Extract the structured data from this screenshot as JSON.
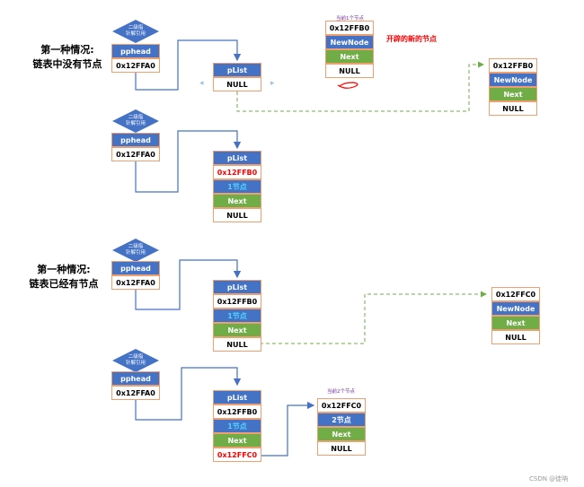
{
  "headings": {
    "case1": [
      "第一种情况:",
      "链表中没有节点"
    ],
    "case2": [
      "第一种情况:",
      "链表已经有节点"
    ]
  },
  "diamond": [
    "二级指",
    "针解引用"
  ],
  "pphead": {
    "name": "pphead",
    "addr": "0x12FFA0"
  },
  "groups": {
    "g1": {
      "plist": "pList",
      "rows": [
        "NULL"
      ]
    },
    "g1_new": {
      "caption": "当前1个节点",
      "rows": [
        "0x12FFB0",
        "NewNode",
        "Next",
        "NULL"
      ]
    },
    "g1_note": "开辟的新的节点",
    "g1_far": {
      "rows": [
        "0x12FFB0",
        "NewNode",
        "Next",
        "NULL"
      ]
    },
    "g2": {
      "plist": "pList",
      "rows": [
        "0x12FFB0",
        "1节点",
        "Next",
        "NULL"
      ]
    },
    "g3": {
      "plist": "pList",
      "rows": [
        "0x12FFB0",
        "1节点",
        "Next",
        "NULL"
      ]
    },
    "g3_far": {
      "rows": [
        "0x12FFC0",
        "NewNode",
        "Next",
        "NULL"
      ]
    },
    "g4": {
      "plist": "pList",
      "rows": [
        "0x12FFB0",
        "1节点",
        "Next",
        "0x12FFC0"
      ]
    },
    "g4_new": {
      "caption": "当前2个节点",
      "rows": [
        "0x12FFC0",
        "2节点",
        "Next",
        "NULL"
      ]
    }
  },
  "watermark": "CSDN @徒呐",
  "colors": {
    "cell_blue": "#4472c4",
    "cell_green": "#70ad47",
    "border": "#f0a070",
    "arrow": "#4472c4",
    "dash": "#70ad47",
    "red": "#ff0000"
  },
  "icons": [
    "diamond-shape",
    "arrow-head",
    "left-nav-icon",
    "right-nav-icon",
    "scribble-mark"
  ]
}
